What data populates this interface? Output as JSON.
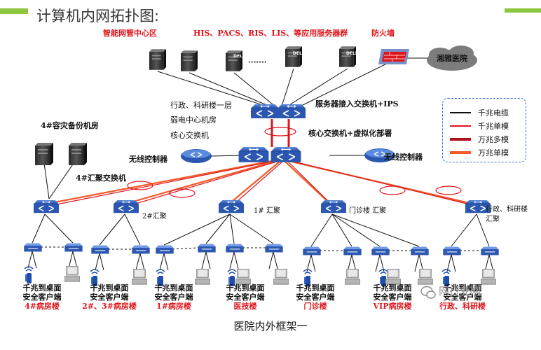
{
  "title": "计算机内网拓扑图:",
  "zones": {
    "mgmt": "智能网管中心区",
    "servers": "HIS、PACS、RIS、LIS、等应用服务器群",
    "firewall": "防火墙",
    "hospital": "湘雅医院",
    "server_switch": "服务器接入交换机+IPS",
    "building_line1": "行政、科研楼一层",
    "building_line2": "弱电中心机房",
    "building_line3": "核心交换机",
    "core": "核心交换机+虚拟化部署",
    "wireless_left": "无线控制器",
    "wireless_right": "无线控制器",
    "backup_room": "4#容灾备份机房",
    "agg4": "4#汇聚交换机",
    "agg2": "2#汇聚",
    "agg1": "1# 汇聚",
    "agg_clinic": "门诊楼 汇聚",
    "agg_admin_line1": "行政、科研楼",
    "agg_admin_line2": "汇聚"
  },
  "server_labels": [
    "DELL",
    "DELL",
    "DELL"
  ],
  "dots": "·······",
  "clients": [
    {
      "line1": "千兆到桌面",
      "line2": "安全客户端",
      "building": "4#病房楼"
    },
    {
      "line1": "千兆到桌面",
      "line2": "安全客户端",
      "building": "2#、3#病房楼"
    },
    {
      "line1": "千兆到桌面",
      "line2": "安全客户端",
      "building": "1#病房楼"
    },
    {
      "line1": "千兆到桌面",
      "line2": "安全客户端",
      "building": "医技楼"
    },
    {
      "line1": "千兆到桌面",
      "line2": "安全客户端",
      "building": "门诊楼"
    },
    {
      "line1": "千兆到桌面",
      "line2": "安全客户端",
      "building": "VIP病房楼"
    },
    {
      "line1": "千兆到桌面",
      "line2": "安全客户端",
      "building": "行政、科研楼"
    }
  ],
  "legend": [
    {
      "label": "千兆电缆",
      "color": "#111111",
      "style": "thin"
    },
    {
      "label": "千兆单模",
      "color": "#e0151b",
      "style": "thin"
    },
    {
      "label": "万兆多模",
      "color": "#b0121a",
      "style": "thick"
    },
    {
      "label": "万兆单模",
      "color": "#f05a28",
      "style": "thick"
    }
  ],
  "watermark": "网行业网",
  "caption": "医院内外框架一",
  "colors": {
    "red_text": "#e0151b",
    "switch_blue": "#2f5db3",
    "accent_green": "#8dc63f",
    "legend_border": "#3b6fd0"
  }
}
